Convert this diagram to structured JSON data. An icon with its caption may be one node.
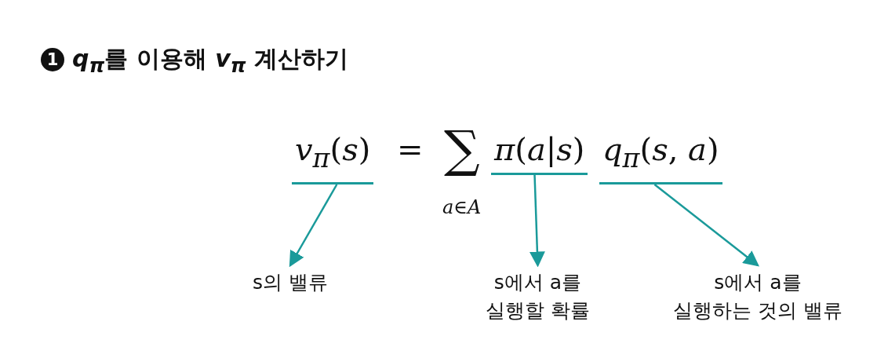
{
  "diagram": {
    "title": "*q*$_{π}$를 이용해 *v*$_{π}$ 계산하기",
    "nodes": [
      {
        "text": [
          "*v*$_{π}$(*s*)"
        ]
      },
      {
        "text": [
          "*π*(*a*|*s*)"
        ]
      },
      {
        "text": [
          "*q*$_{π}$(*s*, *a*)"
        ]
      },
      {
        "text": [
          "s의 밸류"
        ]
      },
      {
        "text": [
          "s에서 a를 실행할 확률"
        ]
      },
      {
        "text": [
          "s에서 a를 실행하는 것의 밸류"
        ]
      }
    ],
    "edges": [
      {
        "from": 0,
        "to": 3,
        "arrow": "to"
      },
      {
        "from": 1,
        "to": 4,
        "arrow": "to"
      },
      {
        "from": 2,
        "to": 5,
        "arrow": "to"
      }
    ],
    "labels": [
      "1",
      "=",
      "∑",
      "*a*∈*A*"
    ]
  }
}
